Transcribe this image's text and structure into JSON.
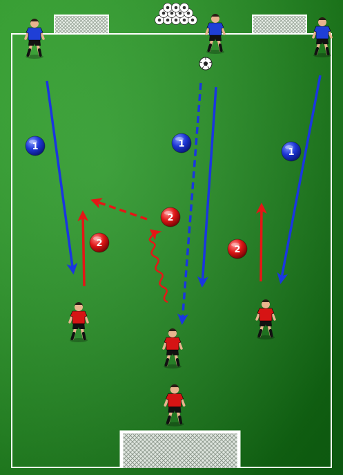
{
  "colors": {
    "pitch_light": "#2fa82a",
    "pitch_dark": "#0f6a12",
    "line": "#ffffff",
    "team_blue": "#1f3fd6",
    "team_red": "#d61414",
    "arrow_blue": "#1a36e0",
    "arrow_red": "#e51616",
    "skin": "#e9b48e",
    "hair": "#2a1d14"
  },
  "badges": [
    {
      "label": "1",
      "team": "blue"
    },
    {
      "label": "1",
      "team": "blue"
    },
    {
      "label": "1",
      "team": "blue"
    },
    {
      "label": "2",
      "team": "red"
    },
    {
      "label": "2",
      "team": "red"
    },
    {
      "label": "2",
      "team": "red"
    }
  ],
  "players": [
    {
      "team": "blue",
      "role": "attacker-left"
    },
    {
      "team": "blue",
      "role": "attacker-center"
    },
    {
      "team": "blue",
      "role": "attacker-right"
    },
    {
      "team": "red",
      "role": "defender-left"
    },
    {
      "team": "red",
      "role": "defender-center"
    },
    {
      "team": "red",
      "role": "defender-right"
    },
    {
      "team": "red",
      "role": "goalkeeper"
    }
  ],
  "icons": {
    "ball": "soccer-ball-icon",
    "ball_pile": "ball-pile-icon",
    "goal": "goal-net-icon"
  }
}
